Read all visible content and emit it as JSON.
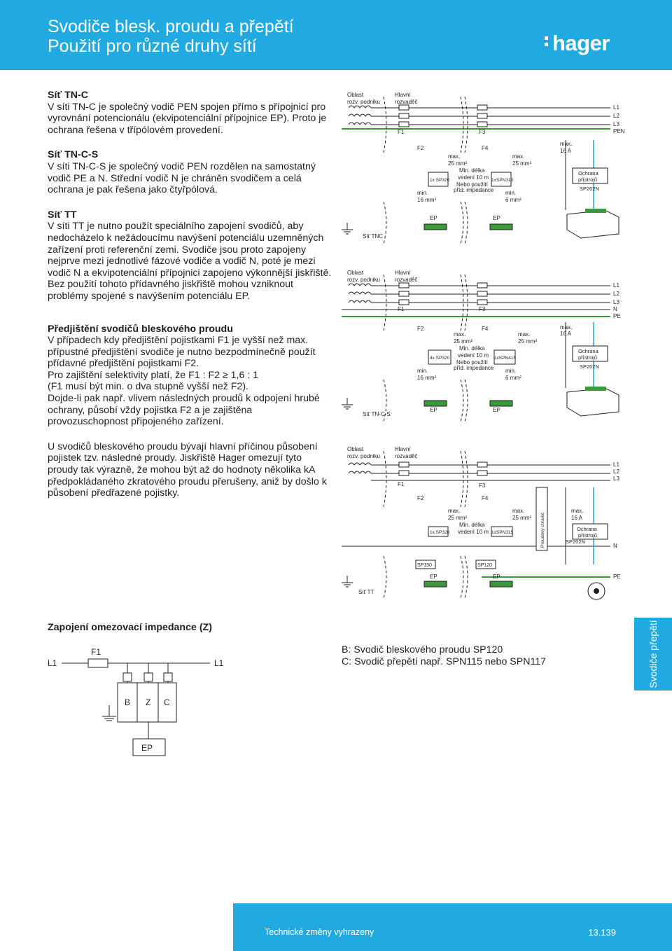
{
  "header": {
    "title_line1": "Svodiče blesk. proudu a přepětí",
    "title_line2": "Použití pro různé druhy sítí",
    "logo": "hager"
  },
  "sections": {
    "tnc_heading": "Síť TN-C",
    "tnc_text": "V síti TN-C je společný vodič PEN spojen přímo s přípojnicí pro vyrovnání potencionálu (ekvipotenciální přípojnice EP). Proto je ochrana řešena v třípólovém provedení.",
    "tncs_heading": "Síť TN-C-S",
    "tncs_text": "V síti TN-C-S je společný vodič PEN rozdělen na samostatný vodič PE a N. Střední vodič N je chráněn svodičem a celá ochrana je pak řešena jako čtyřpólová.",
    "tt_heading": "Síť TT",
    "tt_text": "V síti TT je nutno použít speciálního zapojení svodičů, aby nedocházelo k nežádoucímu navýšení potenciálu uzemněných zařízení proti referenční zemi. Svodiče jsou proto zapojeny nejprve mezi jednotlivé fázové vodiče a vodič N, poté je mezi vodič N a ekvipotenciální přípojnici zapojeno výkonnější jiskřiště. Bez použití tohoto přídavného jiskřiště mohou vzniknout problémy spojené s navýšením potenciálu EP.",
    "fuse_heading": "Předjištění svodičů bleskového proudu",
    "fuse_p1": "V případech kdy předjištění pojistkami F1 je vyšší než max. přípustné předjištění svodiče je nutno bezpodmínečně použít přídavné předjištění pojistkami F2.",
    "fuse_p2": "Pro zajištění selektivity platí, že F1 : F2 ≥ 1,6 : 1",
    "fuse_p3": "(F1 musí být min. o dva stupně vyšší než F2).",
    "fuse_p4": "Dojde-li pak např. vlivem následných proudů k odpojení hrubé ochrany, působí vždy pojistka F2 a je zajištěna provozuschopnost připojeného zařízení.",
    "spark_text": "U svodičů bleskového proudu bývají hlavní příčinou působení pojistek tzv. následné proudy. Jiskřiště Hager omezují tyto proudy tak výrazně, že mohou být až do hodnoty několika kA předpokládaného zkratového proudu přerušeny, aniž by došlo k působení předřazené pojistky."
  },
  "diagram_labels": {
    "oblast": "Oblast",
    "rozv_podniku": "rozv. podniku",
    "hlavni": "Hlavní",
    "rozvadec": "rozvaděč",
    "f1": "F1",
    "f2": "F2",
    "f3": "F3",
    "f4": "F4",
    "max": "max.",
    "mm25": "25 mm²",
    "mm16": "16 mm²",
    "mm6": "6 mm²",
    "min": "min.",
    "a16": "16 A",
    "min_delka": "Min. délka",
    "vedeni_10m": "vedení 10 m",
    "nebo_pouziti": "Nebo použití",
    "prid_impedance": "příd. impedance",
    "ochrana": "Ochrana",
    "pristroju": "přístrojů",
    "sp202n": "SP202N",
    "ep": "EP",
    "l1": "L1",
    "l2": "L2",
    "l3": "L3",
    "pen": "PEN",
    "n": "N",
    "pe": "PE",
    "net_tnc": "Síť TNC",
    "net_tncs": "Síť TN-C-S",
    "net_tt": "Síť TT",
    "sp320_1": "1x SP320",
    "sp320_4": "4x SP320",
    "sp320_tt": "1x SP320",
    "spn315_1": "1xSPN315",
    "spn415": "1xSPN415",
    "spn315_tt": "1xSPN315",
    "sp150": "SP150",
    "sp120": "SP120",
    "proudovy": "Proudový chránič",
    "b": "B",
    "z": "Z",
    "c": "C"
  },
  "impedance": {
    "title": "Zapojení omezovací impedance (Z)",
    "legend_b": "B: Svodič bleskového proudu SP120",
    "legend_c": "C: Svodič přepětí např. SPN115 nebo SPN117"
  },
  "side_tab": "Svodiče přepětí",
  "footer": {
    "notice": "Technické změny vyhrazeny",
    "page": "13.139"
  },
  "colors": {
    "accent": "#21a9e1",
    "green": "#3a9a3a"
  }
}
